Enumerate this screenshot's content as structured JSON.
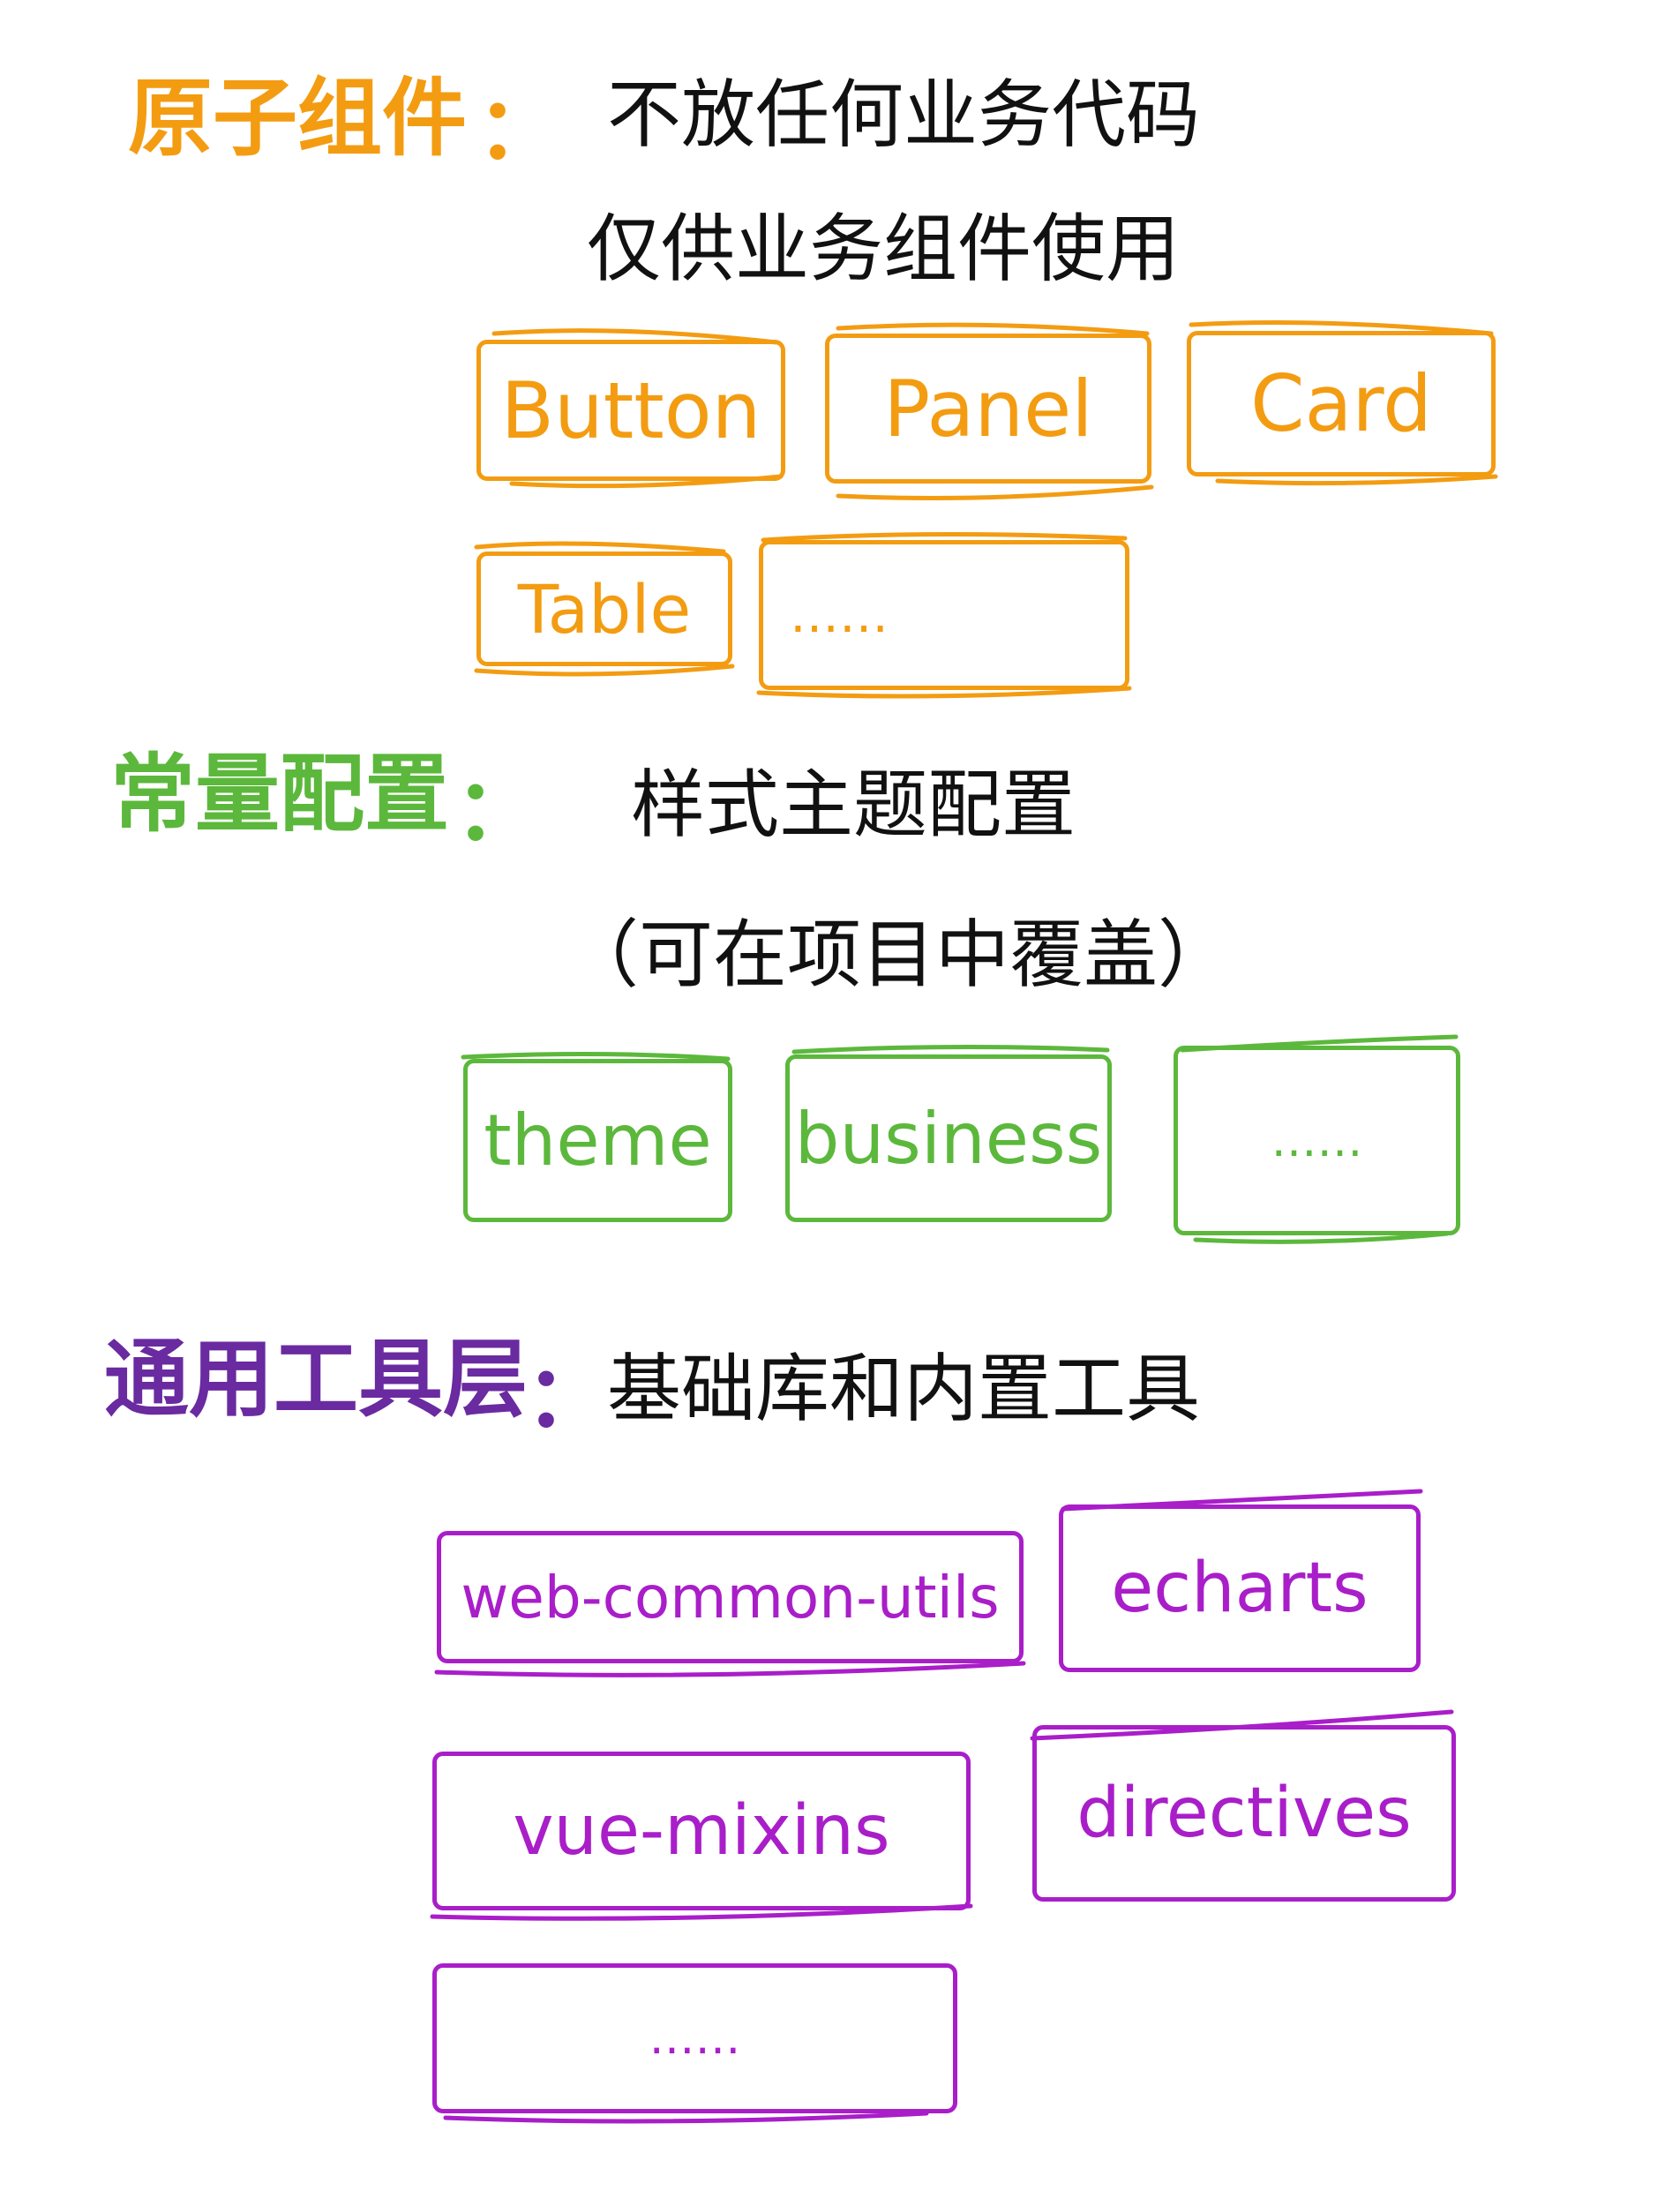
{
  "colors": {
    "atomic": "#f39c12",
    "constants": "#5cb83c",
    "utils": "#a91ec9",
    "text": "#111111"
  },
  "atomic": {
    "heading": "原子组件",
    "colon": "：",
    "desc_line1": "不放任何业务代码",
    "desc_line2": "仅供业务组件使用",
    "items": [
      "Button",
      "Panel",
      "Card",
      "Table",
      "……"
    ]
  },
  "constants": {
    "heading": "常量配置",
    "colon": "：",
    "desc_line1": "样式主题配置",
    "desc_line2": "（可在项目中覆盖）",
    "items": [
      "theme",
      "business",
      "……"
    ]
  },
  "utils": {
    "heading": "通用工具层",
    "colon": "：",
    "desc_line1": "基础库和内置工具",
    "items": [
      "web-common-utils",
      "echarts",
      "vue-mixins",
      "directives",
      "……"
    ]
  }
}
